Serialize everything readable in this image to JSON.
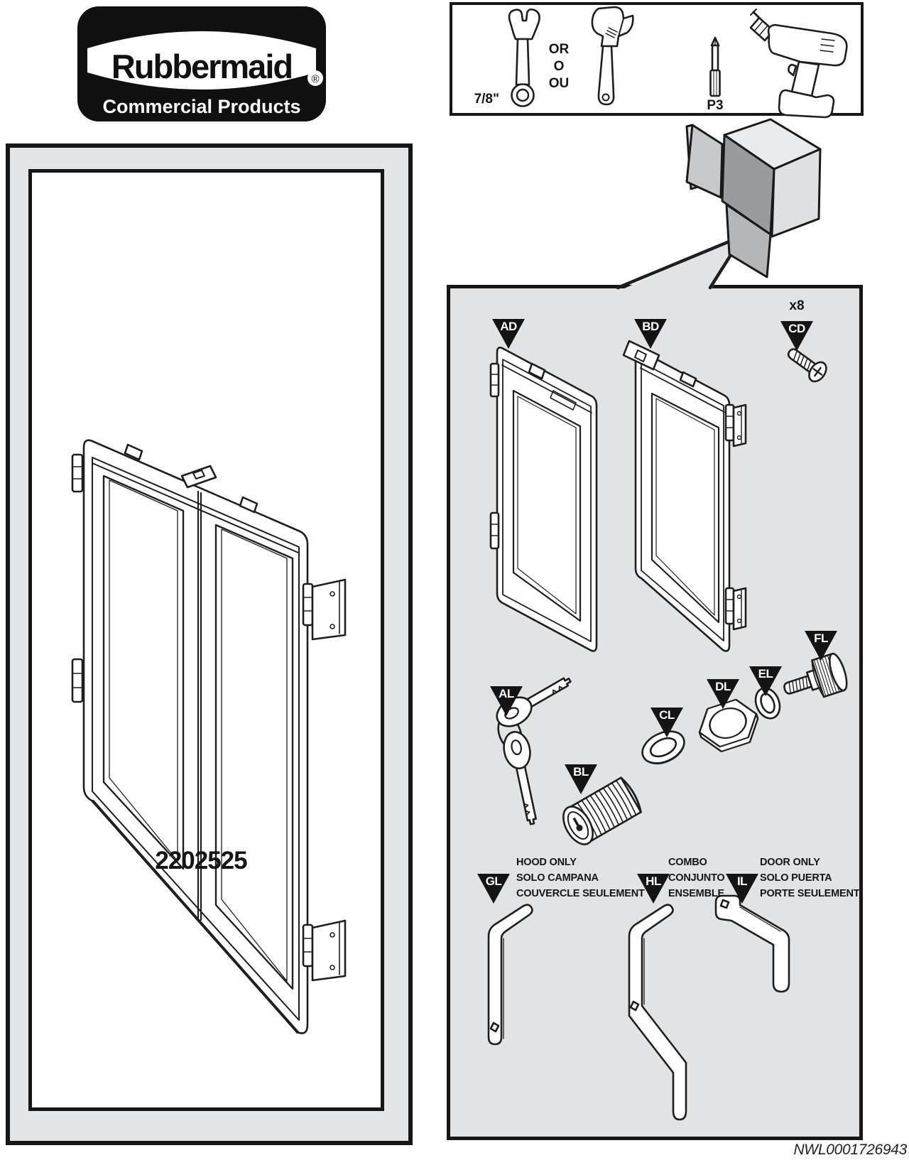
{
  "page": {
    "part_number": "2202525",
    "doc_code": "NWL0001726943"
  },
  "logo": {
    "brand": "Rubbermaid",
    "registered": "®",
    "subtitle": "Commercial Products"
  },
  "tools_box": {
    "wrench_size": "7/8\"",
    "or": "OR",
    "o": "O",
    "ou": "OU",
    "bit": "P3"
  },
  "parts_panel": {
    "cd_qty": "x8",
    "labels": {
      "ad": "AD",
      "bd": "BD",
      "cd": "CD",
      "al": "AL",
      "bl": "BL",
      "cl": "CL",
      "dl": "DL",
      "el": "EL",
      "fl": "FL",
      "gl": "GL",
      "hl": "HL",
      "il": "IL"
    },
    "legends": {
      "gl": [
        "HOOD ONLY",
        "SOLO CAMPANA",
        "COUVERCLE SEULEMENT"
      ],
      "hl": [
        "COMBO",
        "CONJUNTO",
        "ENSEMBLE"
      ],
      "il": [
        "DOOR ONLY",
        "SOLO PUERTA",
        "PORTE SEULEMENT"
      ]
    }
  },
  "colors": {
    "panel_gray": "#e2e3e4",
    "frame_gray": "#e4e5e6",
    "ink": "#1e1e1e"
  }
}
